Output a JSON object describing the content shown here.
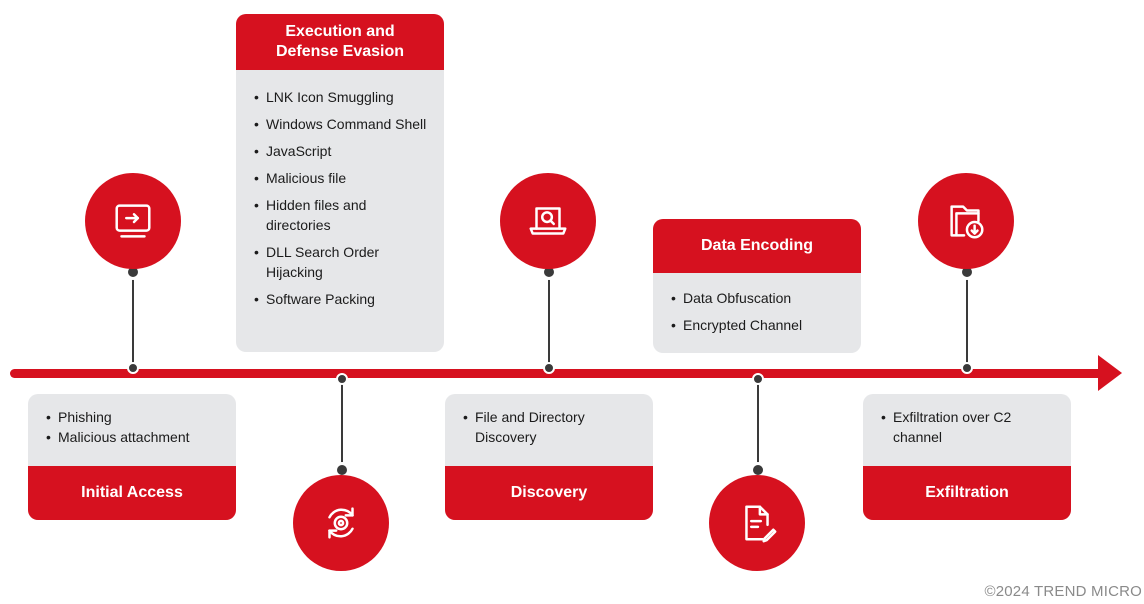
{
  "stages": [
    {
      "title": "Initial Access",
      "icon": "monitor-arrow-icon",
      "items": [
        "Phishing",
        "Malicious attachment"
      ]
    },
    {
      "title": "Execution and Defense Evasion",
      "icon": "gear-cycle-icon",
      "items": [
        "LNK Icon Smuggling",
        "Windows Command Shell",
        "JavaScript",
        "Malicious file",
        "Hidden files and directories",
        "DLL Search Order Hijacking",
        "Software Packing"
      ]
    },
    {
      "title": "Discovery",
      "icon": "laptop-search-icon",
      "items": [
        "File and Directory Discovery"
      ]
    },
    {
      "title": "Data Encoding",
      "icon": "document-edit-icon",
      "items": [
        "Data Obfuscation",
        "Encrypted Channel"
      ]
    },
    {
      "title": "Exfiltration",
      "icon": "folder-download-icon",
      "items": [
        "Exfiltration over C2 channel"
      ]
    }
  ],
  "copyright": "©2024 TREND MICRO",
  "colors": {
    "accent": "#d6111f",
    "panel": "#e6e7e9",
    "connector": "#3a3a3a"
  }
}
